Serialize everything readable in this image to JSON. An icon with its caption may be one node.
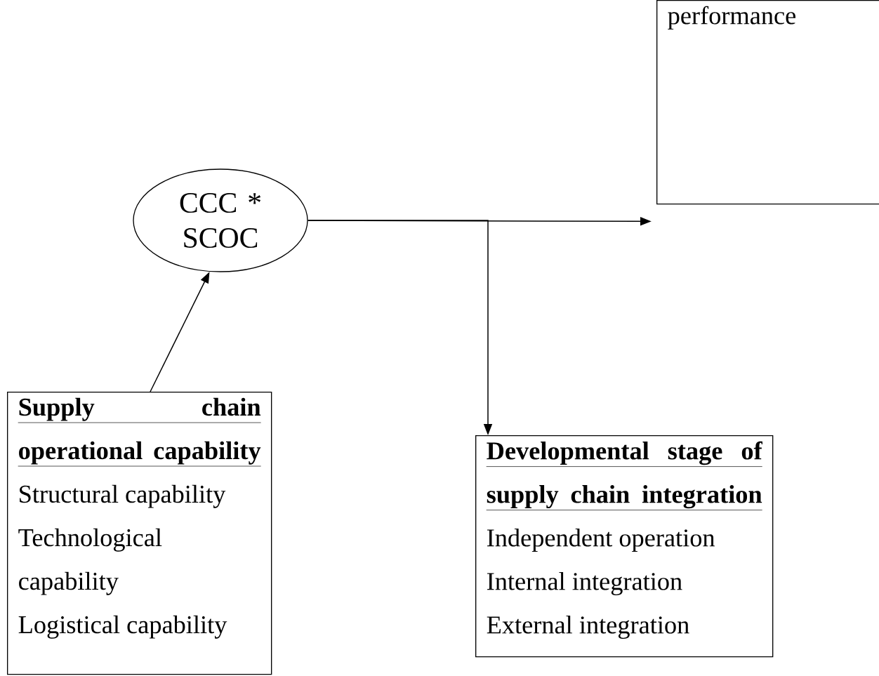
{
  "diagram": {
    "nodes": [
      {
        "text": [
          "performance"
        ]
      },
      {
        "text": [
          "CCC * SCOC"
        ]
      },
      {
        "text": [
          "Supply chain operational capability",
          "Structural capability",
          "Technological capability",
          "Logistical capability"
        ]
      },
      {
        "text": [
          "Developmental stage of supply chain integration",
          "Independent operation",
          "Internal integration",
          "External integration"
        ]
      }
    ],
    "edges": [
      {
        "from": 2,
        "to": 1,
        "arrow": "to"
      },
      {
        "from": 1,
        "to": 0,
        "arrow": "to"
      },
      {
        "from": 1,
        "to": 3,
        "arrow": "to"
      }
    ]
  }
}
